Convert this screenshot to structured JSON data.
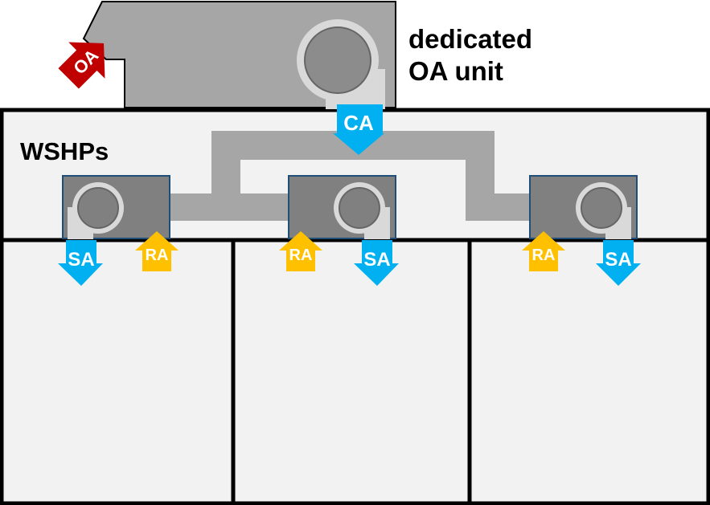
{
  "title": {
    "line1": "dedicated",
    "line2": "OA unit"
  },
  "zone_label": "WSHPs",
  "arrows": {
    "oa": "OA",
    "ca": "CA",
    "sa": "SA",
    "ra": "RA"
  },
  "colors": {
    "oa_arrow": "#c00000",
    "ca_sa_arrow": "#00b0f0",
    "ra_arrow": "#ffc000",
    "unit_fill": "#a6a6a6",
    "wshp_fill": "#808080",
    "wshp_border": "#1f4e79",
    "duct": "#a6a6a6",
    "room_fill": "#f2f2f2",
    "fan_ring": "#d9d9d9"
  }
}
